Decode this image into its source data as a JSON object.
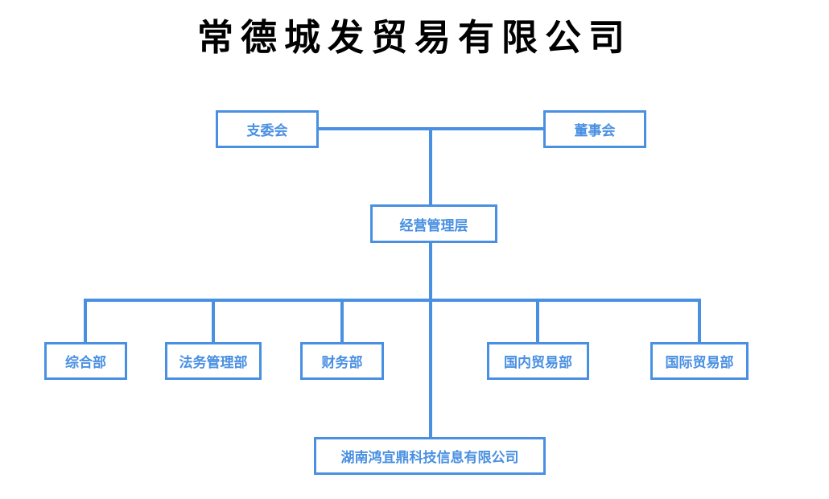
{
  "title": "常德城发贸易有限公司",
  "colors": {
    "accent": "#4a90e2",
    "title": "#000000",
    "background": "#ffffff"
  },
  "org": {
    "top_row": [
      {
        "label": "支委会"
      },
      {
        "label": "董事会"
      }
    ],
    "management": {
      "label": "经营管理层"
    },
    "departments": [
      {
        "label": "综合部"
      },
      {
        "label": "法务管理部"
      },
      {
        "label": "财务部"
      },
      {
        "label": "国内贸易部"
      },
      {
        "label": "国际贸易部"
      }
    ],
    "subsidiary": {
      "label": "湖南鸿宜鼎科技信息有限公司"
    }
  }
}
